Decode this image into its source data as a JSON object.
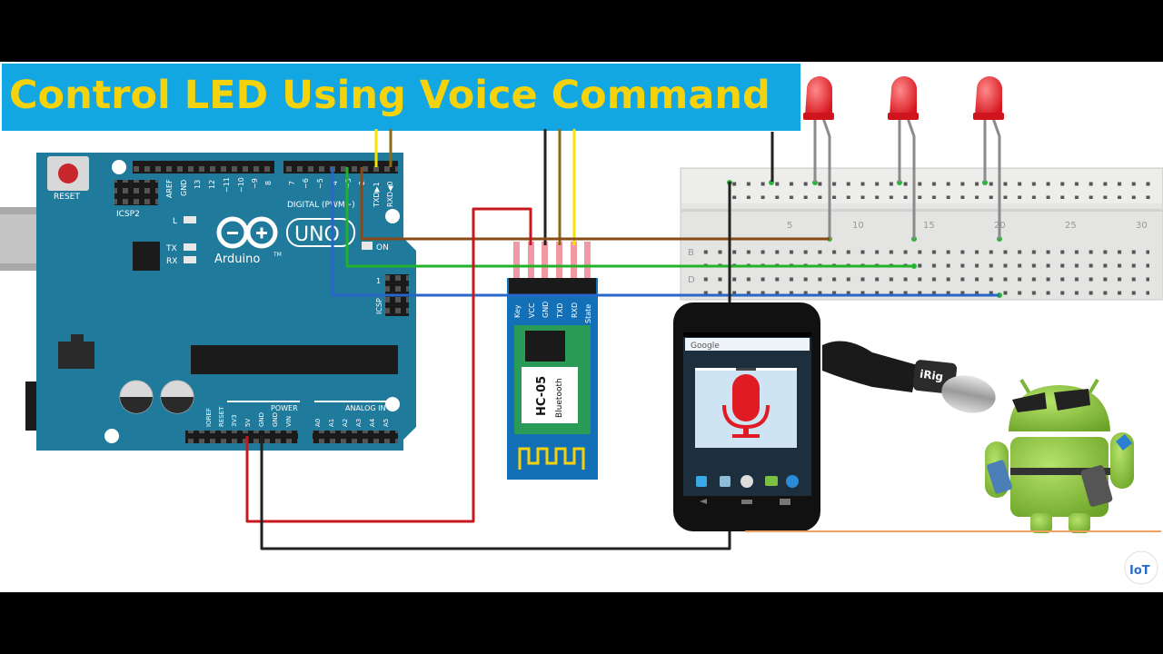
{
  "title": "Control LED Using Voice Command",
  "colors": {
    "title_bg": "#12A6E3",
    "title_text": "#F4D20C",
    "arduino": "#1F7A9C",
    "breadboard": "#E4E4E2",
    "hc05": "#1370B7",
    "wire_red": "#C8171E",
    "wire_black": "#222222",
    "wire_brown": "#8A4A16",
    "wire_green": "#22B32B",
    "wire_blue": "#2867C8",
    "wire_yellow": "#F4E400",
    "led": "#E8202A",
    "android": "#8DC63F"
  },
  "arduino": {
    "reset": "RESET",
    "icsp2": "ICSP2",
    "aref": "AREF",
    "gnd": "GND",
    "pins_top_left": [
      "13",
      "12",
      "~11",
      "~10",
      "~9",
      "8"
    ],
    "pins_top_right": [
      "7",
      "~6",
      "~5",
      "4",
      "~3",
      "2"
    ],
    "txd": "TXD▶1",
    "rxd": "RXD◀0",
    "digital": "DIGITAL (PWM~)",
    "l": "L",
    "tx": "TX",
    "rx": "RX",
    "on": "ON",
    "uno": "UNO",
    "brand": "Arduino",
    "tm": "TM",
    "icsp": "ICSP",
    "one": "1",
    "power": "POWER",
    "analog_in": "ANALOG IN",
    "power_pins": [
      "IOREF",
      "RESET",
      "3V3",
      "5V",
      "GND",
      "GND",
      "VIN"
    ],
    "analog_pins": [
      "A0",
      "A1",
      "A2",
      "A3",
      "A4",
      "A5"
    ]
  },
  "hc05": {
    "pins": [
      "Key",
      "VCC",
      "GND",
      "TXD",
      "RXD",
      "State"
    ],
    "model": "HC-05",
    "sub": "Bluetooth"
  },
  "breadboard": {
    "col_numbers": [
      "5",
      "10",
      "15",
      "20",
      "25",
      "30"
    ],
    "rows": [
      "B",
      "D"
    ]
  },
  "phone": {
    "search_label": "Google"
  },
  "microphone": {
    "brand": "iRig"
  },
  "logo": {
    "text": "IoT"
  }
}
